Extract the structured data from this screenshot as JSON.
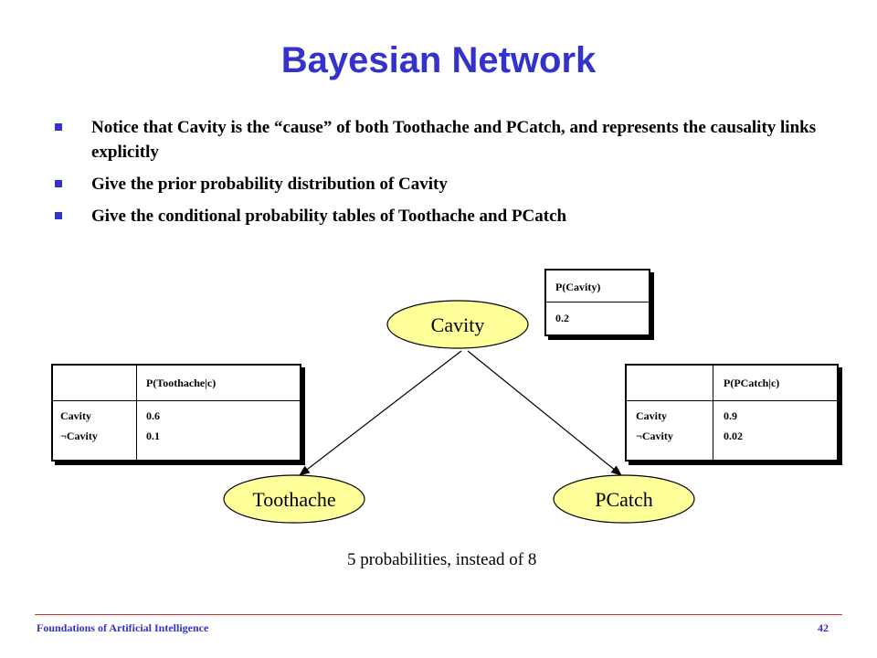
{
  "slide": {
    "title": "Bayesian Network",
    "bullets": [
      "Notice that Cavity is the “cause” of both Toothache and PCatch, and represents the causality links explicitly",
      "Give the prior probability distribution of Cavity",
      "Give the conditional probability tables of Toothache and PCatch"
    ],
    "note": "5 probabilities, instead of 8",
    "footer": {
      "course": "Foundations of Artificial Intelligence",
      "page": "42"
    }
  },
  "diagram": {
    "nodes": {
      "cavity": "Cavity",
      "toothache": "Toothache",
      "pcatch": "PCatch"
    },
    "node_fill": "#ffff99",
    "edges": [
      {
        "from": "Cavity",
        "to": "Toothache"
      },
      {
        "from": "Cavity",
        "to": "PCatch"
      }
    ]
  },
  "tables": {
    "cavity": {
      "header": "P(Cavity)",
      "value": "0.2"
    },
    "toothache": {
      "header": "P(Toothache|c)",
      "rows": [
        "Cavity",
        "¬Cavity"
      ],
      "values": [
        "0.6",
        "0.1"
      ]
    },
    "pcatch": {
      "header": "P(PCatch|c)",
      "rows": [
        "Cavity",
        "¬Cavity"
      ],
      "values": [
        "0.9",
        "0.02"
      ]
    }
  },
  "colors": {
    "accent": "#3333cc",
    "footer_rule": "#cc3333"
  }
}
